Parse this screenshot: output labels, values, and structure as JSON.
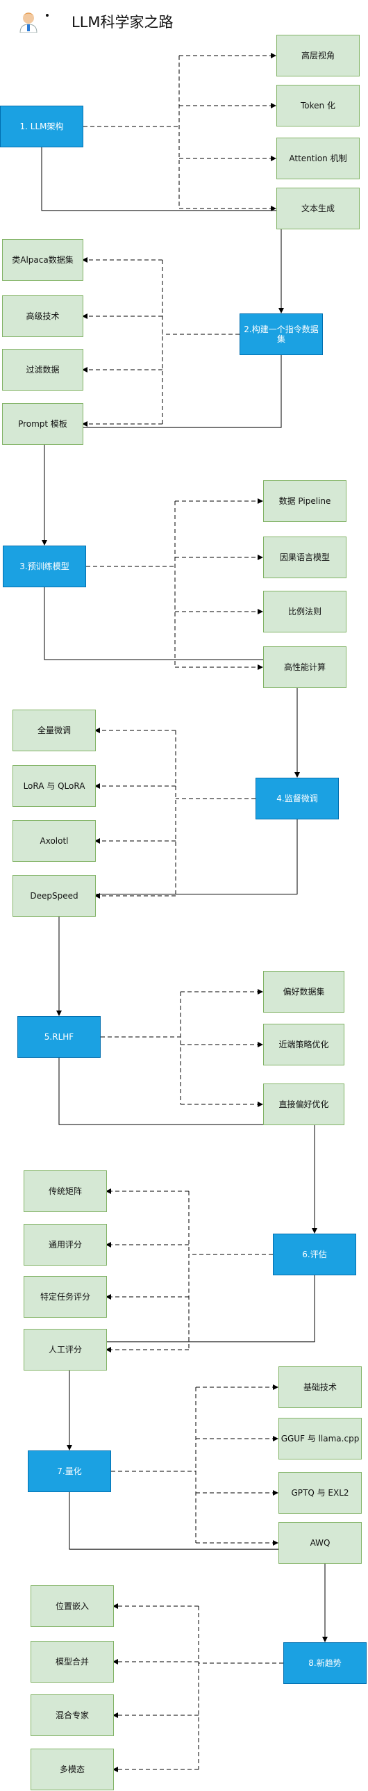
{
  "title": "LLM科学家之路",
  "colors": {
    "stage_fill": "#1ba1e2",
    "stage_border": "#006eaf",
    "topic_fill": "#d5e8d4",
    "topic_border": "#82b366"
  },
  "stages": [
    {
      "label": "1. LLM架构",
      "topics": [
        "高层视角",
        "Token 化",
        "Attention 机制",
        "文本生成"
      ]
    },
    {
      "label": "2.构建一个指令数据集",
      "topics": [
        "类Alpaca数据集",
        "高级技术",
        "过滤数据",
        "Prompt 模板"
      ]
    },
    {
      "label": "3.预训练模型",
      "topics": [
        "数据 Pipeline",
        "因果语言模型",
        "比例法则",
        "高性能计算"
      ]
    },
    {
      "label": "4.监督微调",
      "topics": [
        "全量微调",
        "LoRA 与 QLoRA",
        "Axolotl",
        "DeepSpeed"
      ]
    },
    {
      "label": "5.RLHF",
      "topics": [
        "偏好数据集",
        "近端策略优化",
        "直接偏好优化"
      ]
    },
    {
      "label": "6.评估",
      "topics": [
        "传统矩阵",
        "通用评分",
        "特定任务评分",
        "人工评分"
      ]
    },
    {
      "label": "7.量化",
      "topics": [
        "基础技术",
        "GGUF 与 llama.cpp",
        "GPTQ 与 EXL2",
        "AWQ"
      ]
    },
    {
      "label": "8.新趋势",
      "topics": [
        "位置嵌入",
        "模型合并",
        "混合专家",
        "多模态"
      ]
    }
  ]
}
